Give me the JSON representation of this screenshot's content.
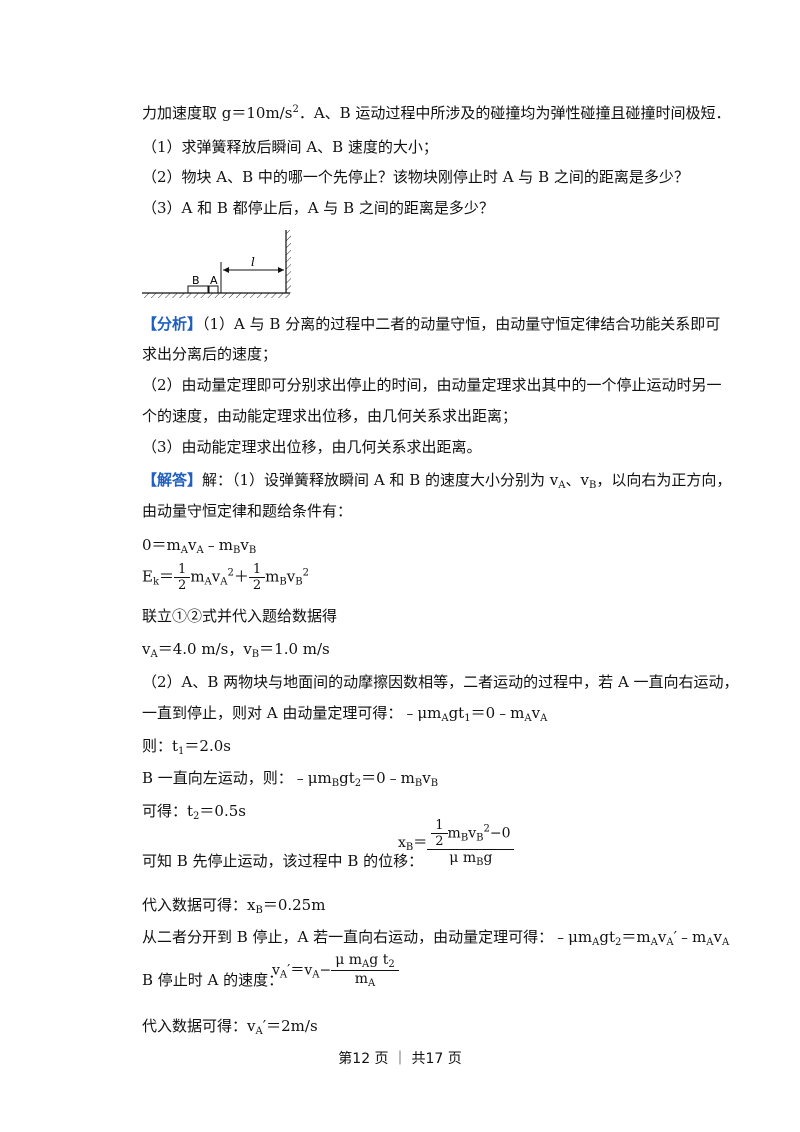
{
  "problem": {
    "line1": "力加速度取 g＝10m/s²．A、B 运动过程中所涉及的碰撞均为弹性碰撞且碰撞时间极短．",
    "q1": "（1）求弹簧释放后瞬间 A、B 速度的大小；",
    "q2": "（2）物块 A、B 中的哪一个先停止？该物块刚停止时 A 与 B 之间的距离是多少？",
    "q3": "（3）A 和 B 都停止后，A 与 B 之间的距离是多少？"
  },
  "figure": {
    "label_b": "B",
    "label_a": "A",
    "label_l": "l"
  },
  "analysis": {
    "tag": "【分析】",
    "line1": "（1）A 与 B 分离的过程中二者的动量守恒，由动量守恒定律结合功能关系即可",
    "line2": "求出分离后的速度；",
    "line3": "（2）由动量定理即可分别求出停止的时间，由动量定理求出其中的一个停止运动时另一",
    "line4": "个的速度，由动能定理求出位移，由几何关系求出距离；",
    "line5": "（3）由动能定理求出位移，由几何关系求出距离。"
  },
  "solution": {
    "tag": "【解答】",
    "line1": "解：（1）设弹簧释放瞬间 A 和 B 的速度大小分别为 vA、vB，以向右为正方向，",
    "line2": "由动量守恒定律和题给条件有：",
    "eq1": "0＝mAvA﹣mBvB",
    "eq2": "Ek＝½mAvA²＋½mBvB²",
    "line3": "联立①②式并代入题给数据得",
    "eq3": "vA＝4.0 m/s，vB＝1.0 m/s",
    "line4": "（2）A、B 两物块与地面间的动摩擦因数相等，二者运动的过程中，若 A 一直向右运动，",
    "line5": "一直到停止，则对 A 由动量定理可得：﹣μmAgt1＝0﹣mAvA",
    "line6": "则：t1＝2.0s",
    "line7": "B 一直向左运动，则：﹣μmBgt2＝0﹣mBvB",
    "line8": "可得：t2＝0.5s",
    "line9": "可知 B 先停止运动，该过程中 B 的位移：",
    "line10": "代入数据可得：xB＝0.25m",
    "line11": "从二者分开到 B 停止，A 若一直向右运动，由动量定理可得：﹣μmAgt2＝mAvA′﹣mAvA",
    "line12": "B 停止时 A 的速度：",
    "line13": "代入数据可得：vA′＝2m/s"
  },
  "footer": {
    "text": "第12 页  ｜  共17 页"
  }
}
